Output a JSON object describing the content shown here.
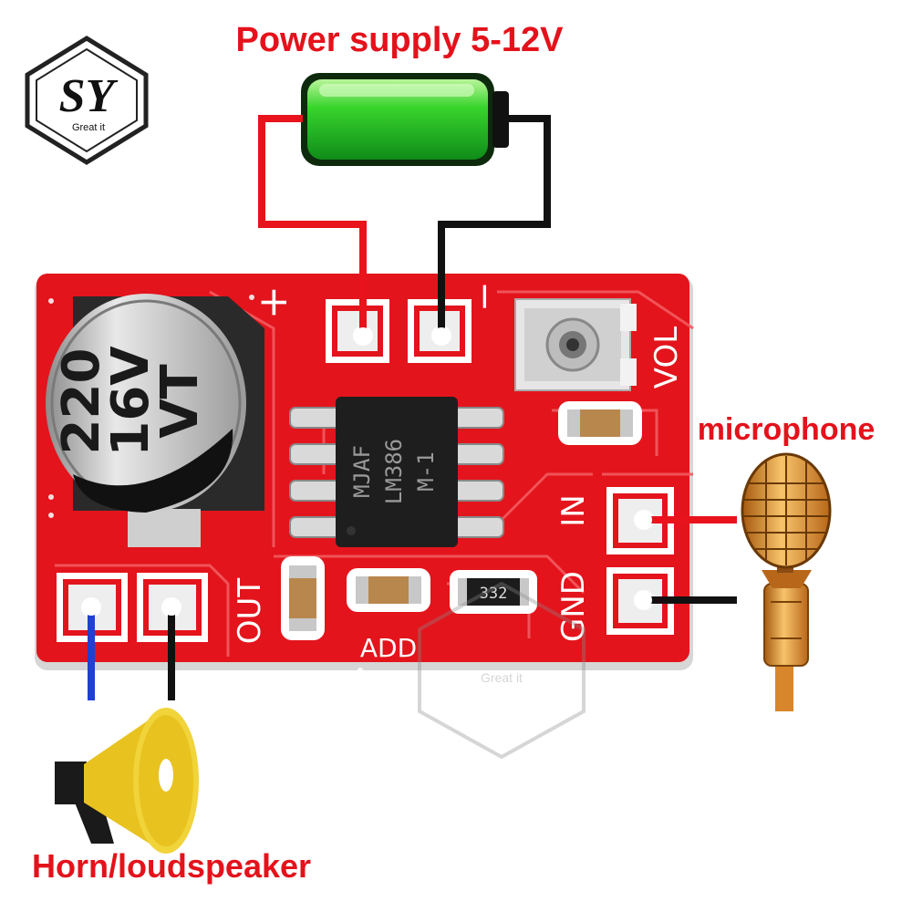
{
  "labels": {
    "power_supply": "Power supply 5-12V",
    "microphone": "microphone",
    "speaker": "Horn/loudspeaker"
  },
  "logo": {
    "letters": "SY",
    "tagline": "Great it"
  },
  "board": {
    "capacitor_line1": "220",
    "capacitor_line2": "16V",
    "capacitor_line3": "VT",
    "chip_line1": "MJAF",
    "chip_line2": "LM386",
    "chip_line3": "M-1",
    "resistor_code": "332",
    "silk_plus": "+",
    "silk_minus": "−",
    "silk_vol": "VOL",
    "silk_in": "IN",
    "silk_gnd": "GND",
    "silk_out": "OUT",
    "silk_add": "ADD"
  },
  "watermark": {
    "tagline": "Great it"
  },
  "colors": {
    "pcb": "#e3141c",
    "wire_positive": "#e8131b",
    "wire_negative": "#111111",
    "wire_speaker_blue": "#1f3fd6",
    "battery": "#2fcf2a",
    "horn": "#e8c21f",
    "microphone": "#e39a35",
    "label_text": "#e4121b"
  }
}
